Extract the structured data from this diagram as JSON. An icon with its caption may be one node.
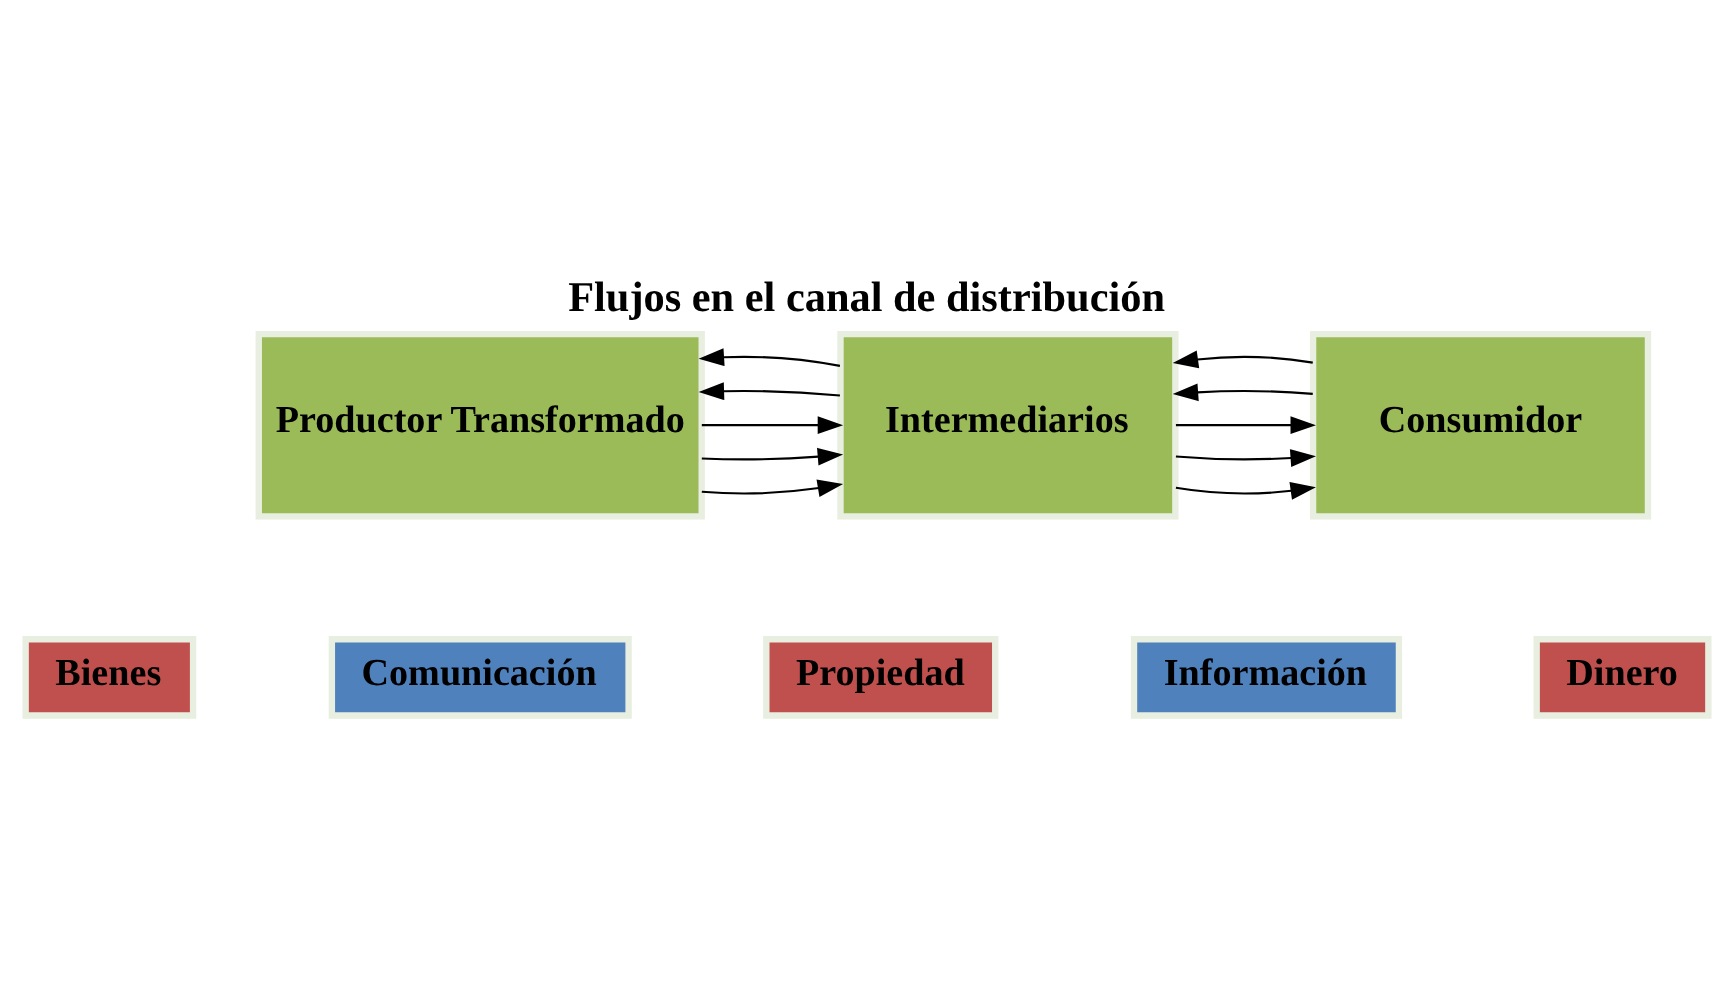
{
  "diagram": {
    "title": "Flujos en el canal de distribución",
    "nodes": [
      {
        "text": [
          "Productor Transformado"
        ]
      },
      {
        "text": [
          "Intermediarios"
        ]
      },
      {
        "text": [
          "Consumidor"
        ]
      },
      {
        "text": [
          "Bienes"
        ]
      },
      {
        "text": [
          "Comunicación"
        ]
      },
      {
        "text": [
          "Propiedad"
        ]
      },
      {
        "text": [
          "Información"
        ]
      },
      {
        "text": [
          "Dinero"
        ]
      }
    ],
    "edges": [
      {
        "from": 0,
        "to": 1,
        "arrow": "to"
      },
      {
        "from": 1,
        "to": 2,
        "arrow": "to"
      },
      {
        "from": 0,
        "to": 1,
        "arrow": "to"
      },
      {
        "from": 0,
        "to": 1,
        "arrow": "to"
      },
      {
        "from": 1,
        "to": 0,
        "arrow": "to"
      },
      {
        "from": 1,
        "to": 2,
        "arrow": "to"
      },
      {
        "from": 1,
        "to": 2,
        "arrow": "to"
      },
      {
        "from": 2,
        "to": 1,
        "arrow": "to"
      },
      {
        "from": 1,
        "to": 0,
        "arrow": "to"
      },
      {
        "from": 2,
        "to": 1,
        "arrow": "to"
      }
    ]
  }
}
